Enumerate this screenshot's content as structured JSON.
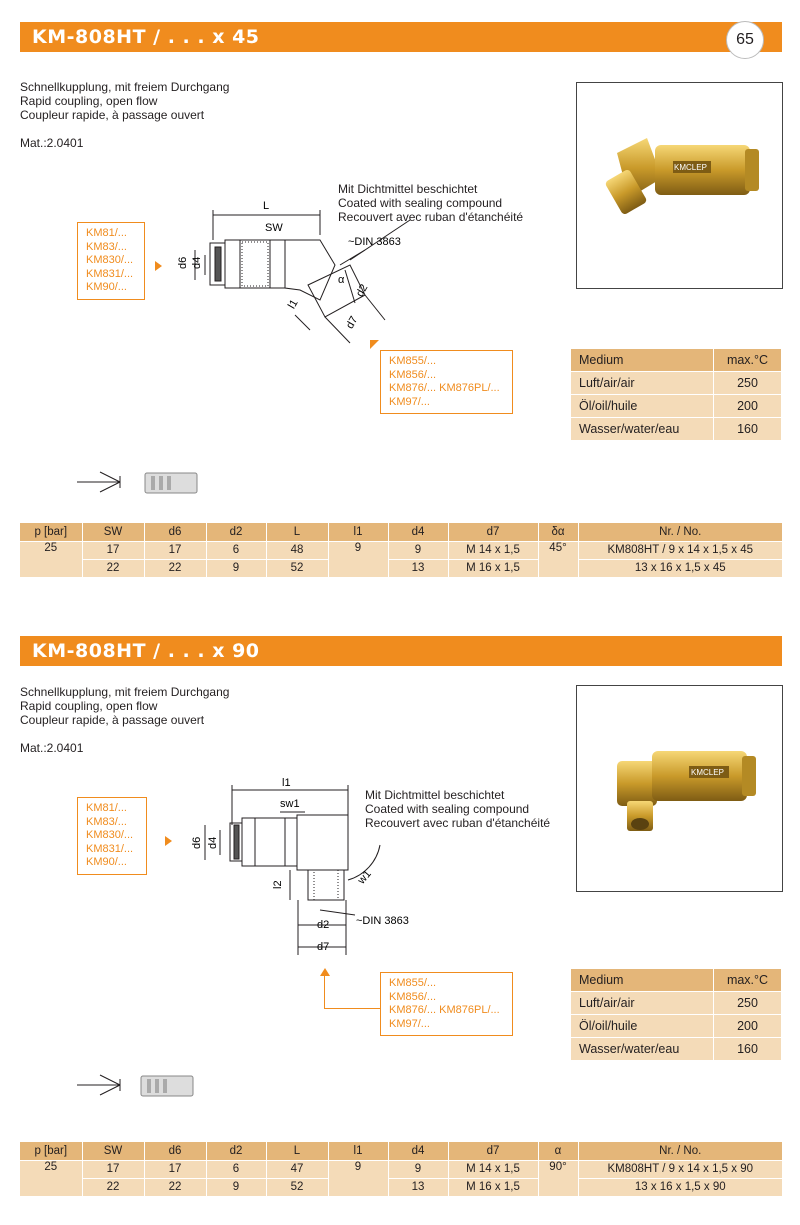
{
  "page_number": "65",
  "colors": {
    "accent": "#f08c1e",
    "table_header": "#e4b679",
    "table_row": "#f4dbb8"
  },
  "sections": [
    {
      "title": "KM-808HT / . . . x 45",
      "description": [
        "Schnellkupplung, mit freiem Durchgang",
        "Rapid coupling, open flow",
        "Coupleur rapide, à passage ouvert"
      ],
      "material": "Mat.:2.0401",
      "sealing_note": [
        "Mit Dichtmittel beschichtet",
        "Coated with sealing compound",
        "Recouvert avec ruban d'étanchéité"
      ],
      "left_models": [
        "KM81/...",
        "KM83/...",
        "KM830/...",
        "KM831/...",
        "KM90/..."
      ],
      "right_models": [
        "KM855/...",
        "KM856/...",
        "KM876/...   KM876PL/...",
        "KM97/..."
      ],
      "diagram_labels": {
        "L": "L",
        "SW": "SW",
        "d6": "d6",
        "d4": "d4",
        "din": "~DIN 3863",
        "alpha": "α",
        "d2": "d2",
        "d7": "d7",
        "l1": "l1"
      },
      "photo_brand": "KMCLEP",
      "media": {
        "header": [
          "Medium",
          "max.°C"
        ],
        "rows": [
          [
            "Luft/air/air",
            "250"
          ],
          [
            "Öl/oil/huile",
            "200"
          ],
          [
            "Wasser/water/eau",
            "160"
          ]
        ]
      },
      "table": {
        "header": [
          "p [bar]",
          "SW",
          "d6",
          "d2",
          "L",
          "l1",
          "d4",
          "d7",
          "δα",
          "Nr. / No."
        ],
        "shared": {
          "p": "25",
          "l1": "9",
          "angle": "45°"
        },
        "rows": [
          {
            "sw": "17",
            "d6": "17",
            "d2": "6",
            "L": "48",
            "d4": "9",
            "d7": "M 14 x 1,5",
            "no": "KM808HT / 9 x 14 x 1,5 x 45"
          },
          {
            "sw": "22",
            "d6": "22",
            "d2": "9",
            "L": "52",
            "d4": "13",
            "d7": "M 16 x 1,5",
            "no": "13 x 16 x 1,5 x 45"
          }
        ]
      }
    },
    {
      "title": "KM-808HT / . . . x 90",
      "description": [
        "Schnellkupplung, mit freiem Durchgang",
        "Rapid coupling, open flow",
        "Coupleur rapide, à passage ouvert"
      ],
      "material": "Mat.:2.0401",
      "sealing_note": [
        "Mit Dichtmittel beschichtet",
        "Coated with sealing compound",
        "Recouvert avec ruban d'étanchéité"
      ],
      "left_models": [
        "KM81/...",
        "KM83/...",
        "KM830/...",
        "KM831/...",
        "KM90/..."
      ],
      "right_models": [
        "KM855/...",
        "KM856/...",
        "KM876/...   KM876PL/...",
        "KM97/..."
      ],
      "diagram_labels": {
        "l1": "l1",
        "sw1": "sw1",
        "d6": "d6",
        "d4": "d4",
        "l2": "l2",
        "w1": "w1",
        "d2": "d2",
        "d7": "d7",
        "din": "~DIN 3863"
      },
      "photo_brand": "KMCLEP",
      "media": {
        "header": [
          "Medium",
          "max.°C"
        ],
        "rows": [
          [
            "Luft/air/air",
            "250"
          ],
          [
            "Öl/oil/huile",
            "200"
          ],
          [
            "Wasser/water/eau",
            "160"
          ]
        ]
      },
      "table": {
        "header": [
          "p [bar]",
          "SW",
          "d6",
          "d2",
          "L",
          "l1",
          "d4",
          "d7",
          "α",
          "Nr. / No."
        ],
        "shared": {
          "p": "25",
          "l1": "9",
          "angle": "90°"
        },
        "rows": [
          {
            "sw": "17",
            "d6": "17",
            "d2": "6",
            "L": "47",
            "d4": "9",
            "d7": "M 14 x 1,5",
            "no": "KM808HT / 9 x 14 x 1,5 x 90"
          },
          {
            "sw": "22",
            "d6": "22",
            "d2": "9",
            "L": "52",
            "d4": "13",
            "d7": "M 16 x 1,5",
            "no": "13 x 16 x 1,5 x 90"
          }
        ]
      }
    }
  ]
}
